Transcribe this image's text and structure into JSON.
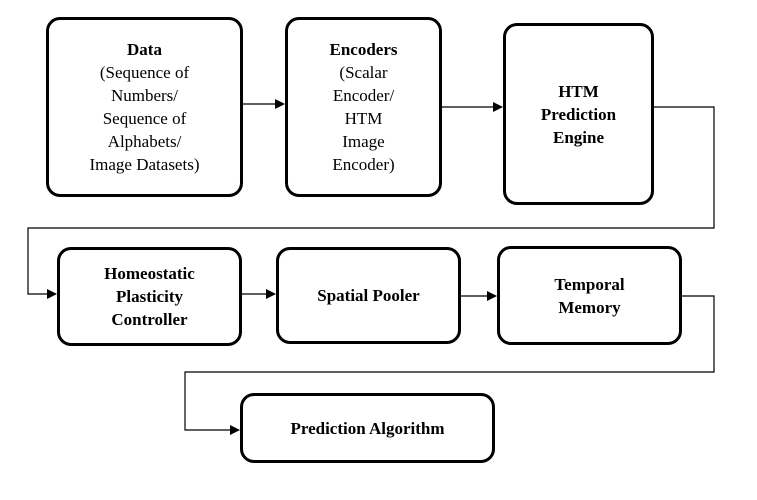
{
  "nodes": {
    "data": {
      "title": "Data",
      "lines": [
        "(Sequence of",
        "Numbers/",
        "Sequence of",
        "Alphabets/",
        "Image Datasets)"
      ]
    },
    "encoders": {
      "title": "Encoders",
      "lines": [
        "(Scalar",
        "Encoder/",
        "HTM",
        "Image",
        "Encoder)"
      ]
    },
    "htm_engine": {
      "lines": [
        "HTM",
        "Prediction",
        "Engine"
      ]
    },
    "homeostatic": {
      "lines": [
        "Homeostatic",
        "Plasticity",
        "Controller"
      ]
    },
    "spatial_pooler": {
      "label": "Spatial Pooler"
    },
    "temporal_memory": {
      "lines": [
        "Temporal",
        "Memory"
      ]
    },
    "prediction_algorithm": {
      "label": "Prediction Algorithm"
    }
  },
  "edges": [
    [
      "data",
      "encoders"
    ],
    [
      "encoders",
      "htm_engine"
    ],
    [
      "htm_engine",
      "homeostatic"
    ],
    [
      "homeostatic",
      "spatial_pooler"
    ],
    [
      "spatial_pooler",
      "temporal_memory"
    ],
    [
      "temporal_memory",
      "prediction_algorithm"
    ]
  ]
}
